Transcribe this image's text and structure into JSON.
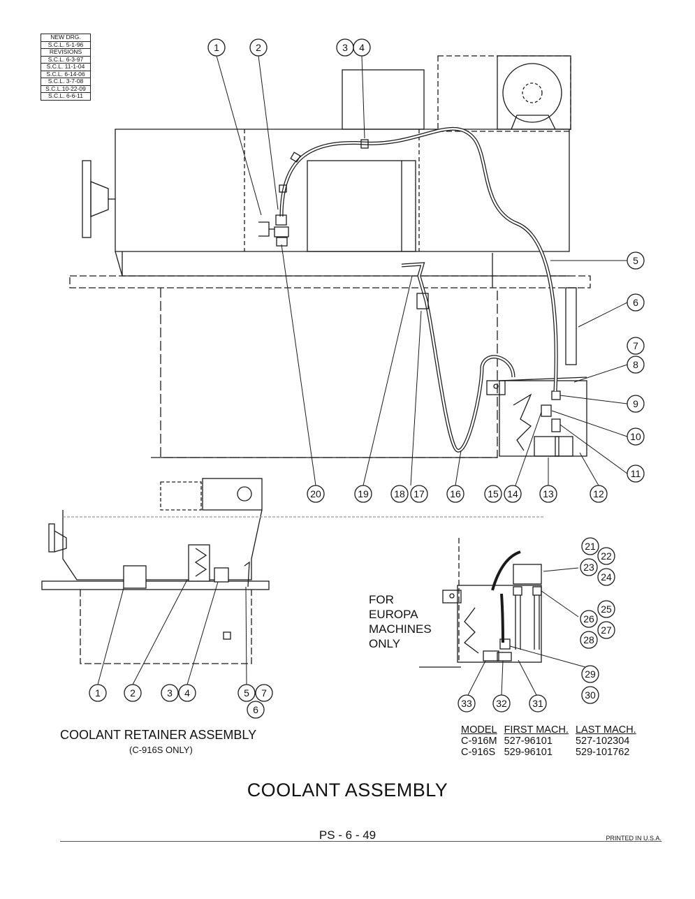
{
  "revision_block": {
    "header": "NEW DRG.",
    "new_drawing": "S.C.L. 5-1-96",
    "revisions_label": "REVISIONS",
    "revisions": [
      "S.C.L. 6-3-97",
      "S.C.L. 11-1-04",
      "S.C.L. 6-14-06",
      "S.C.L. 3-7-08",
      "S.C.L.10-22-09",
      "S.C.L. 6-6-11"
    ]
  },
  "main_callouts": [
    "1",
    "2",
    "3",
    "4",
    "5",
    "6",
    "7",
    "8",
    "9",
    "10",
    "11",
    "12",
    "13",
    "14",
    "15",
    "16",
    "17",
    "18",
    "19",
    "20"
  ],
  "retainer_callouts": [
    "1",
    "2",
    "3",
    "4",
    "5",
    "7",
    "6"
  ],
  "europa_callouts": [
    "21",
    "22",
    "23",
    "24",
    "25",
    "26",
    "27",
    "28",
    "29",
    "30",
    "31",
    "32",
    "33"
  ],
  "europa_note": [
    "FOR",
    "EUROPA",
    "MACHINES",
    "ONLY"
  ],
  "retainer_title": "COOLANT RETAINER ASSEMBLY",
  "retainer_subtitle": "(C-916S ONLY)",
  "model_table": {
    "headers": [
      "MODEL",
      "FIRST MACH.",
      "LAST MACH."
    ],
    "rows": [
      [
        "C-916M",
        "527-96101",
        "527-102304"
      ],
      [
        "C-916S",
        "529-96101",
        "529-101762"
      ]
    ]
  },
  "title": "COOLANT ASSEMBLY",
  "page_number": "PS - 6 - 49",
  "printed": "PRINTED IN U.S.A."
}
